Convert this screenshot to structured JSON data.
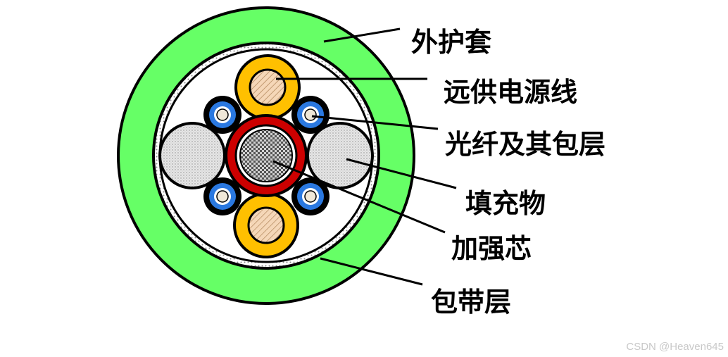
{
  "labels": {
    "outer_sheath": "外护套",
    "power_line": "远供电源线",
    "fiber": "光纤及其包层",
    "filler": "填充物",
    "strength_core": "加强芯",
    "tape_layer": "包带层"
  },
  "watermark": "CSDN @Heaven645",
  "colors": {
    "outer_sheath": "#66ff66",
    "power_insulation": "#ffc000",
    "power_conductor": "#f5d7b8",
    "fiber_coating": "#2a78e0",
    "fiber_core": "#f0e8d8",
    "filler": "#e2e2e2",
    "strength_jacket": "#cc0000",
    "strength_center": "#c8c8c8"
  }
}
